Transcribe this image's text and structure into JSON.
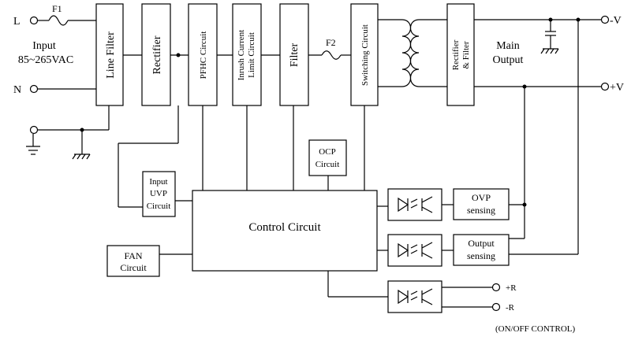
{
  "input": {
    "label_l": "L",
    "label_n": "N",
    "title": "Input",
    "range": "85~265VAC"
  },
  "fuses": {
    "f1": "F1",
    "f2": "F2"
  },
  "blocks": {
    "line_filter": "Line Filter",
    "rectifier": "Rectifier",
    "pfhc": "PFHC Circuit",
    "inrush_line1": "Inrush Current",
    "inrush_line2": "Limit Circuit",
    "filter": "Filter",
    "switching": "Switching Circuit",
    "rect_filter_line1": "Rectifier",
    "rect_filter_line2": "& Filter",
    "ocp_line1": "OCP",
    "ocp_line2": "Circuit",
    "uvp_line1": "Input",
    "uvp_line2": "UVP",
    "uvp_line3": "Circuit",
    "control": "Control Circuit",
    "fan_line1": "FAN",
    "fan_line2": "Circuit",
    "ovp_line1": "OVP",
    "ovp_line2": "sensing",
    "outsense_line1": "Output",
    "outsense_line2": "sensing"
  },
  "output": {
    "main_line1": "Main",
    "main_line2": "Output",
    "neg_v": "-V",
    "pos_v": "+V"
  },
  "remote": {
    "pos_r": "+R",
    "neg_r": "-R",
    "note": "(ON/OFF CONTROL)"
  }
}
